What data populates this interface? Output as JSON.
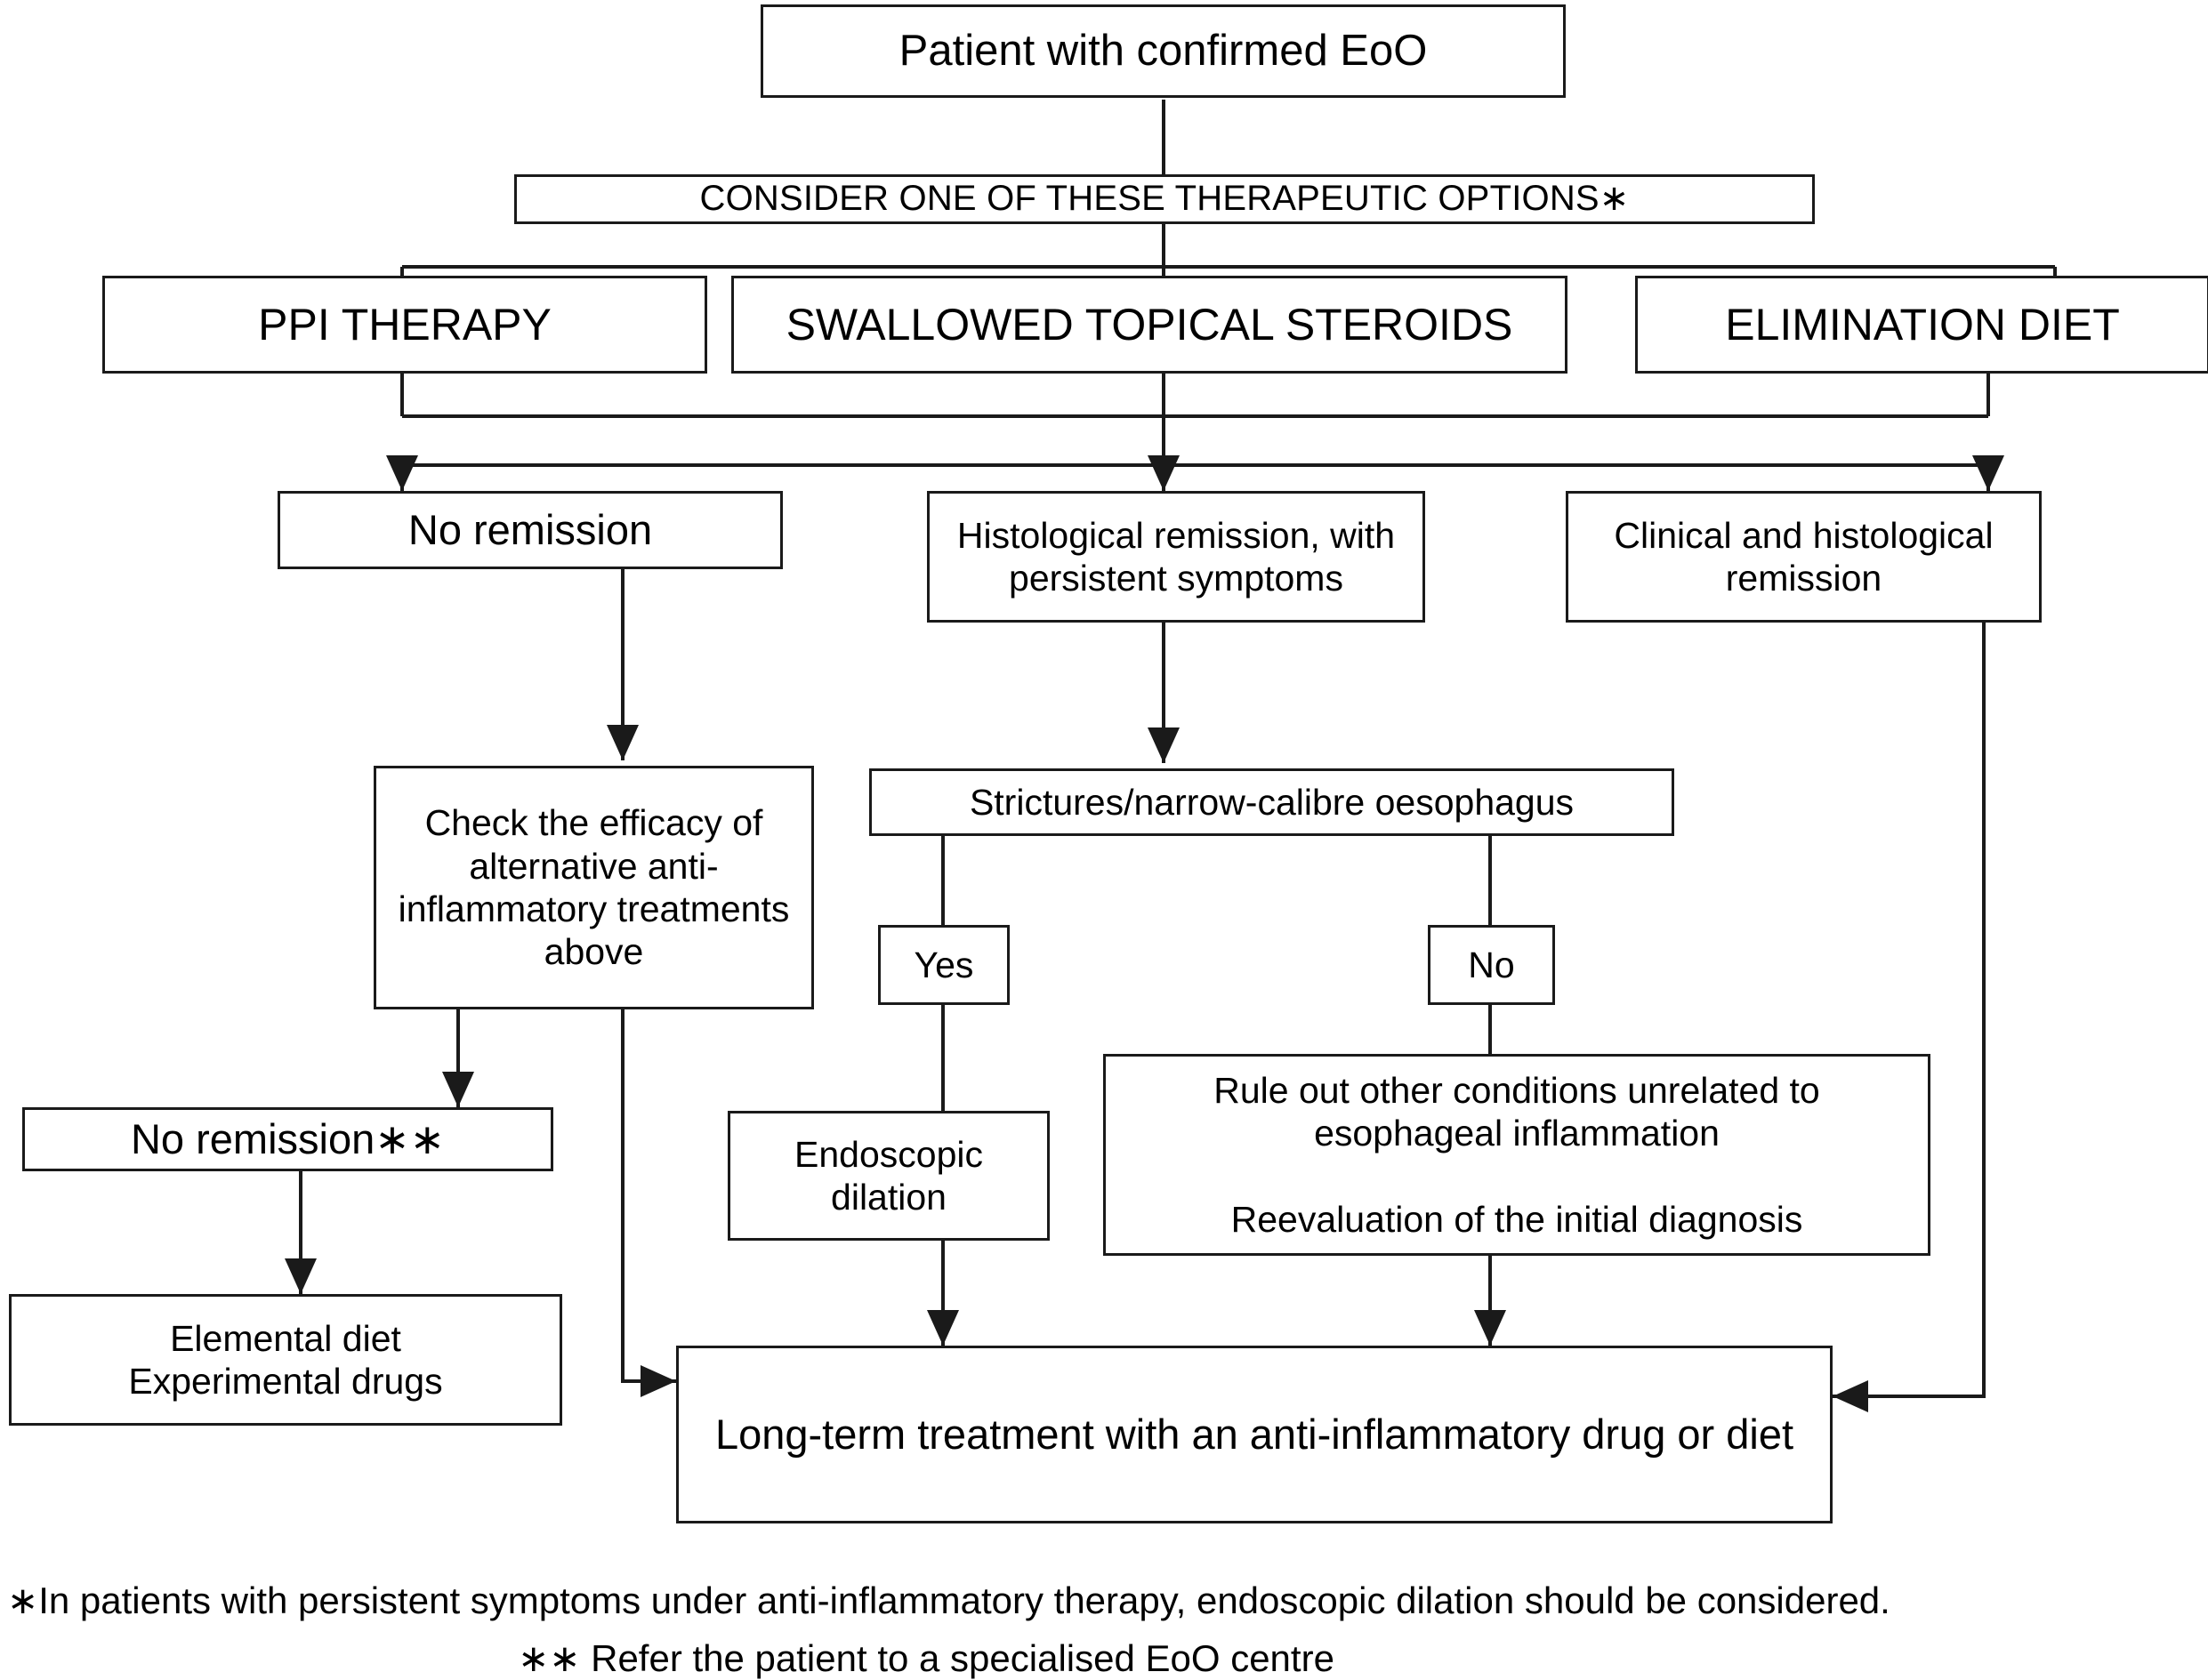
{
  "diagram": {
    "title": "EoO treatment algorithm flowchart",
    "line_color": "#1a1a1a",
    "background": "#ffffff",
    "nodes": {
      "patient": {
        "label": "Patient with confirmed EoO"
      },
      "consider": {
        "label": "CONSIDER ONE OF THESE THERAPEUTIC OPTIONS∗"
      },
      "ppi": {
        "label": "PPI THERAPY"
      },
      "steroids": {
        "label": "SWALLOWED TOPICAL STEROIDS"
      },
      "elimination": {
        "label": "ELIMINATION DIET"
      },
      "no_remission": {
        "label": "No remission"
      },
      "histological": {
        "label": "Histological remission, with\npersistent symptoms"
      },
      "clinical": {
        "label": "Clinical and histological\nremission"
      },
      "check_efficacy": {
        "label": "Check the efficacy of\nalternative anti-\ninflammatory treatments\nabove"
      },
      "strictures": {
        "label": "Strictures/narrow-calibre oesophagus"
      },
      "yes": {
        "label": "Yes"
      },
      "no": {
        "label": "No"
      },
      "no_remission2": {
        "label": "No remission∗∗"
      },
      "rule_out": {
        "label": "Rule out other conditions unrelated to\nesophageal inflammation\n\nReevaluation of the initial diagnosis"
      },
      "endoscopic": {
        "label": "Endoscopic\ndilation"
      },
      "elemental": {
        "label": "Elemental diet\nExperimental drugs"
      },
      "long_term": {
        "label": "Long-term treatment with an anti-inflammatory drug or diet"
      }
    },
    "footnotes": {
      "line1": "∗In patients with persistent symptoms under anti-inflammatory therapy, endoscopic dilation should be considered.",
      "line2": "∗∗ Refer the patient to a specialised EoO centre"
    }
  }
}
